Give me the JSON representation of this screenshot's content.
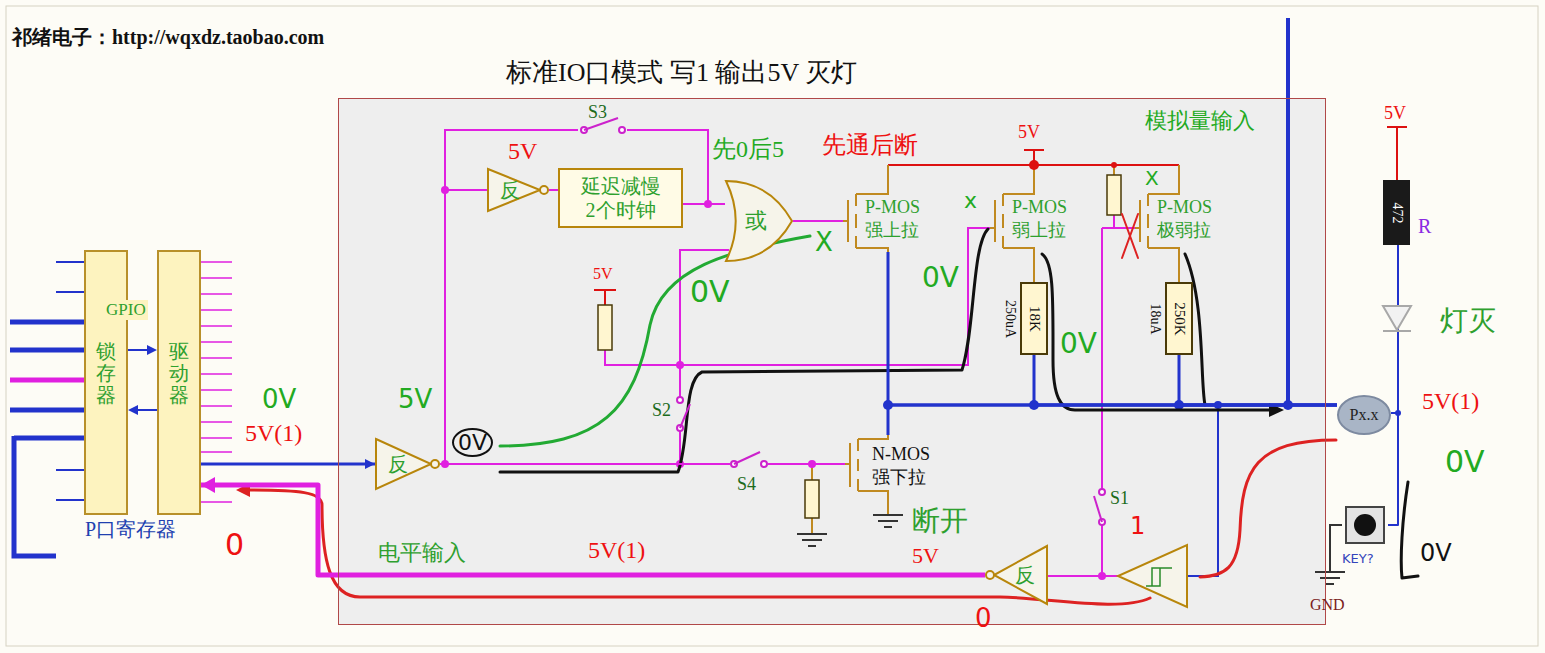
{
  "diagram": {
    "nodes": [
      {
        "text": [
          "标准IO口模式 写1 输出5V 灭灯"
        ]
      },
      {
        "text": [
          "反"
        ],
        "in": 0
      },
      {
        "text": [
          "延迟减慢 2个时钟"
        ],
        "in": 0
      },
      {
        "text": [
          "或"
        ],
        "in": 0
      },
      {
        "text": [
          "P-MOS 强上拉"
        ],
        "in": 0
      },
      {
        "text": [
          "P-MOS 弱上拉"
        ],
        "in": 0
      },
      {
        "text": [
          "P-MOS 极弱拉"
        ],
        "in": 0
      },
      {
        "text": [
          "250uA",
          "18K"
        ],
        "in": 0
      },
      {
        "text": [
          "18uA",
          "250K"
        ],
        "in": 0
      },
      {
        "text": [
          "锁存器"
        ]
      },
      {
        "text": [
          "驱动器"
        ]
      },
      {
        "text": [
          "反"
        ],
        "in": 0
      },
      {
        "text": [
          "N-MOS 强下拉"
        ],
        "in": 0
      },
      {
        "text": [
          "反"
        ],
        "in": 0
      },
      {
        "text": [
          "Px.x"
        ]
      },
      {
        "text": [
          "472",
          "R"
        ]
      },
      {
        "text": [
          "KEY?"
        ]
      }
    ],
    "edges": [
      {
        "from": 10,
        "to": 11,
        "arrow": "to"
      },
      {
        "from": 11,
        "to": 1,
        "arrow": "none"
      },
      {
        "from": 1,
        "to": 2,
        "arrow": "none"
      },
      {
        "from": 2,
        "to": 3,
        "arrow": "none"
      },
      {
        "from": 3,
        "to": 4,
        "arrow": "none"
      },
      {
        "from": 11,
        "to": 12,
        "arrow": "none"
      },
      {
        "from": 4,
        "to": 14,
        "arrow": "none"
      },
      {
        "from": 5,
        "to": 7,
        "arrow": "none"
      },
      {
        "from": 7,
        "to": 14,
        "arrow": "none"
      },
      {
        "from": 6,
        "to": 8,
        "arrow": "none"
      },
      {
        "from": 8,
        "to": 14,
        "arrow": "none"
      },
      {
        "from": 12,
        "to": 14,
        "arrow": "none"
      },
      {
        "from": 13,
        "to": 10,
        "arrow": "to"
      },
      {
        "from": 14,
        "to": 15,
        "arrow": "none"
      },
      {
        "from": 14,
        "to": 16,
        "arrow": "none"
      }
    ],
    "labels": [
      "祁绪电子：http://wqxdz.taobao.com",
      "S3",
      "5V",
      "先0后5",
      "先通后断",
      "5V",
      "模拟量输入",
      "X",
      "x",
      "X",
      "0V",
      "0V",
      "0V",
      "GPIO",
      "P口寄存器",
      "0V",
      "5V(1)",
      "5V",
      "0V",
      "0",
      "S2",
      "S4",
      "5V",
      "断开",
      "S1",
      "1",
      "电平输入",
      "5V(1)",
      "5V",
      "0",
      "5V",
      "灯灭",
      "5V(1)",
      "0V",
      "0V",
      "GND"
    ]
  }
}
